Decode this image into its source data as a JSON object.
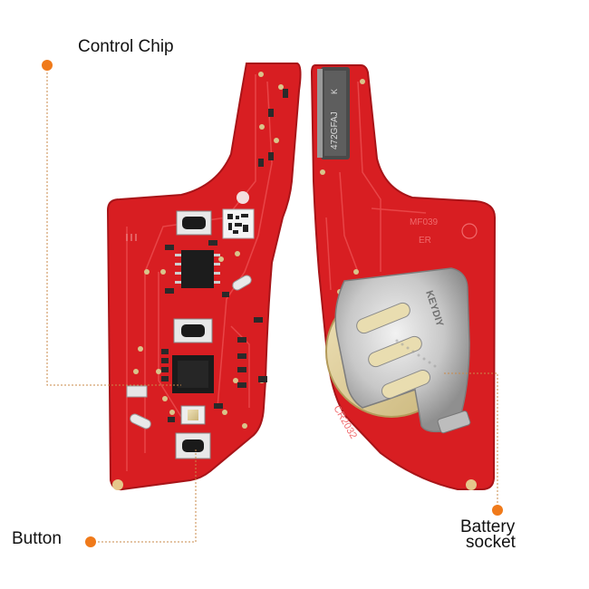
{
  "callouts": {
    "control_chip": "Control Chip",
    "button": "Button",
    "battery_line1": "Battery",
    "battery_line2": "socket"
  },
  "board_markings": {
    "chip_code": "472GFAJ",
    "chip_suffix": "K",
    "model": "MF039",
    "rev": "ER",
    "battery_type": "CR2032",
    "clip_text": "KEYDIY"
  },
  "colors": {
    "pcb_red": "#d81e22",
    "pcb_edge": "#b5161a",
    "trace": "#e8373a",
    "accent_orange": "#f07a1a",
    "metal": "#c9c9c9"
  }
}
